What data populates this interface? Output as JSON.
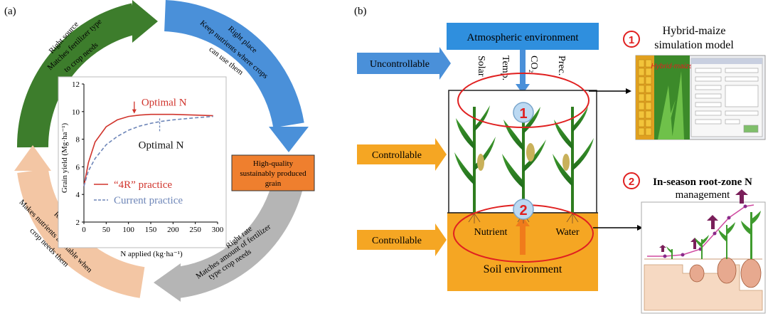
{
  "panel_a": {
    "label": "(a)",
    "arc_source": {
      "line1": "Right source",
      "line2": "Matches fertilizer type",
      "line3": "to crop needs",
      "color": "#3d7d2c"
    },
    "arc_place": {
      "line1": "Right place",
      "line2": "Keep nutrients where crops",
      "line3": "can use them",
      "color": "#4a90d9"
    },
    "arc_rate": {
      "line1": "Right rate",
      "line2": "Matches amount of fertilizer",
      "line3": "type crop needs",
      "color": "#b5b5b5"
    },
    "arc_time": {
      "line1": "Right time",
      "line2": "Makes nutrients available when",
      "line3": "crop needs them",
      "color": "#f3c6a4"
    },
    "center_box": {
      "line1": "High-quality",
      "line2": "sustainably produced",
      "line3": "grain",
      "color": "#ef7f2e"
    },
    "chart_data": {
      "type": "line",
      "xlabel": "N applied (kg·ha⁻¹)",
      "ylabel": "Grain yield (Mg·ha⁻¹)",
      "xlim": [
        0,
        300
      ],
      "ylim": [
        2,
        12
      ],
      "x_ticks": [
        "0",
        "50",
        "100",
        "150",
        "200",
        "250",
        "300"
      ],
      "y_ticks": [
        "2",
        "4",
        "6",
        "8",
        "10",
        "12"
      ],
      "series": [
        {
          "name": "“4R” practice",
          "color": "#d0342c",
          "style": "solid",
          "x": [
            0,
            10,
            25,
            50,
            75,
            100,
            125,
            150,
            200,
            250,
            290
          ],
          "y": [
            4.6,
            6.3,
            7.8,
            8.9,
            9.4,
            9.65,
            9.75,
            9.8,
            9.8,
            9.75,
            9.7
          ]
        },
        {
          "name": "Current practice",
          "color": "#6e86b8",
          "style": "dashed",
          "x": [
            0,
            10,
            25,
            50,
            75,
            100,
            125,
            150,
            175,
            200,
            250,
            290
          ],
          "y": [
            4.6,
            5.7,
            6.6,
            7.6,
            8.2,
            8.65,
            8.95,
            9.15,
            9.3,
            9.4,
            9.55,
            9.65
          ]
        }
      ],
      "annotations": [
        {
          "text": "Optimal N",
          "x": 113,
          "y": 9.8,
          "color": "#d0342c"
        },
        {
          "text": "Optimal N",
          "x": 170,
          "y": 9.3,
          "color": "#111111"
        }
      ]
    }
  },
  "panel_b": {
    "label": "(b)",
    "atmosphere": "Atmospheric environment",
    "uncontrollable": "Uncontrollable",
    "controllable_1": "Controllable",
    "controllable_2": "Controllable",
    "factors": [
      "Solar",
      "Temp.",
      "CO₂",
      "Prec."
    ],
    "marker_1": "1",
    "marker_2": "2",
    "nutrient": "Nutrient",
    "water": "Water",
    "soil": "Soil environment",
    "model_title_line1": "Hybrid-maize",
    "model_title_line2": "simulation model",
    "model_logo": "Hybrid-maize",
    "root_title_line1": "In-season root-zone N",
    "root_title_line2": "management"
  }
}
